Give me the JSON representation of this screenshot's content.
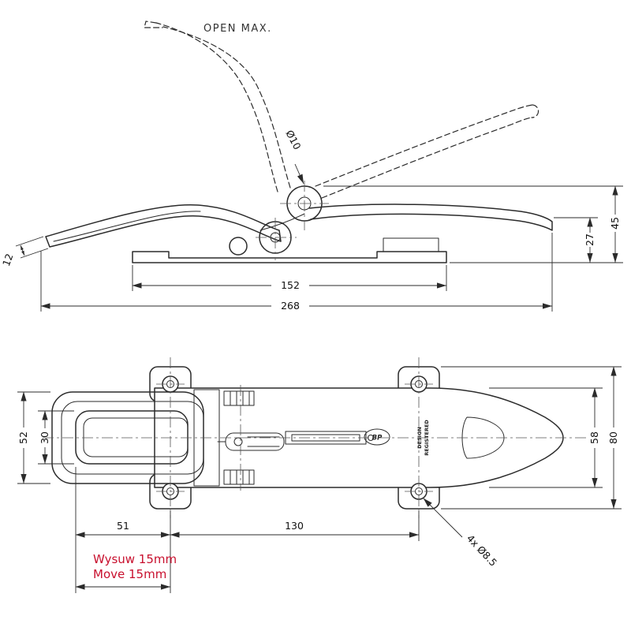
{
  "drawing": {
    "side_view": {
      "open_max_label": "OPEN MAX.",
      "dim_pivot_diameter": "Ø10",
      "dim_total_height": "45",
      "dim_hook_height": "27",
      "dim_lever_thickness": "12",
      "dim_base_length": "152",
      "dim_overall_length": "268"
    },
    "plan_view": {
      "dim_bail_outer_width": "52",
      "dim_lever_width": "30",
      "dim_body_width": "58",
      "dim_overall_width": "80",
      "dim_hole_offset": "51",
      "dim_hole_spacing": "130",
      "dim_holes": "4x Ø8.5",
      "logo_text": "BP",
      "design_text_line1": "DESIGN",
      "design_text_line2": "REGISTERED",
      "note_line1": "Wysuw 15mm",
      "note_line2": "Move 15mm"
    },
    "colors": {
      "line": "#2b2b2b",
      "note": "#c8102e"
    }
  }
}
